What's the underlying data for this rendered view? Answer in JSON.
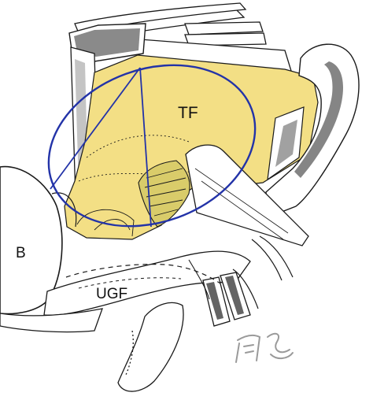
{
  "labels": {
    "tf": "TF",
    "b": "B",
    "ugf": "UGF"
  },
  "signature": "周",
  "colors": {
    "fascia_fill": "#f3df85",
    "outline_blue": "#2333a8",
    "ink": "#1a1a1a",
    "background": "#ffffff"
  }
}
